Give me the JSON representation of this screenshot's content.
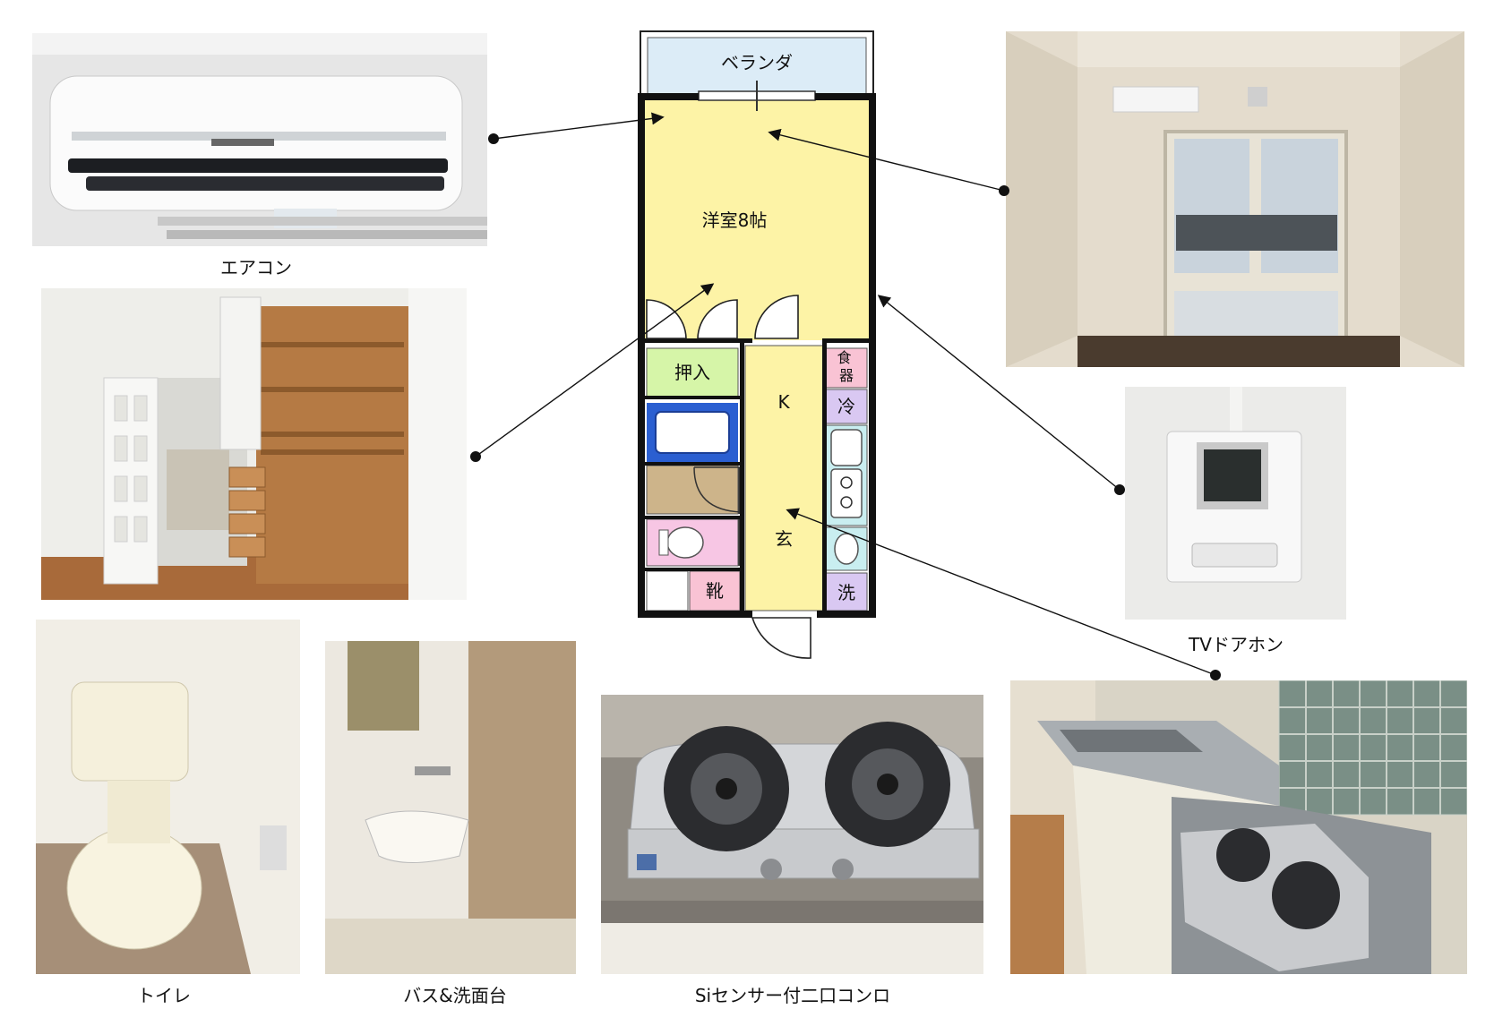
{
  "floorplan": {
    "balcony": "ベランダ",
    "room": "洋室8帖",
    "closet": "押入",
    "kitchen": "K",
    "entrance": "玄",
    "shoes": "靴",
    "cupboard": "食器",
    "fridge": "冷",
    "washer": "洗",
    "colors": {
      "room": "#fdf3a6",
      "balcony": "#dcecf7",
      "closet": "#d6f5a8",
      "kitchen": "#fdf3a6",
      "cupboard": "#f9c3d4",
      "fridge": "#d9c8f2",
      "bath": "#2b5fd1",
      "washroom": "#cdb48a",
      "toilet": "#f7c6e4",
      "shoes": "#f9c3d4",
      "stove": "#c9eef0",
      "washer": "#d9c8f2"
    }
  },
  "captions": {
    "aircon": "エアコン",
    "tv_door_phone": "TVドアホン",
    "toilet": "トイレ",
    "bath": "バス&洗面台",
    "stove": "Siセンサー付二口コンロ"
  }
}
